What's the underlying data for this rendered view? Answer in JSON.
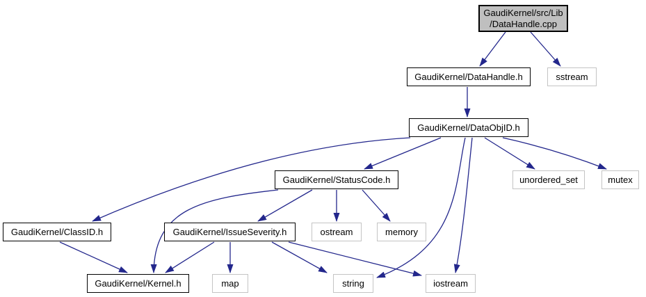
{
  "diagram": {
    "kind": "include-dependency-graph",
    "nodes": [
      {
        "id": "cpp",
        "label": "GaudiKernel/src/Lib /DataHandle.cpp",
        "label_lines": [
          "GaudiKernel/src/Lib",
          "/DataHandle.cpp"
        ],
        "type": "focus"
      },
      {
        "id": "datahandle_h",
        "label": "GaudiKernel/DataHandle.h",
        "type": "internal"
      },
      {
        "id": "sstream",
        "label": "sstream",
        "type": "system"
      },
      {
        "id": "dataobjid",
        "label": "GaudiKernel/DataObjID.h",
        "type": "internal"
      },
      {
        "id": "statuscode",
        "label": "GaudiKernel/StatusCode.h",
        "type": "internal"
      },
      {
        "id": "unordered_set",
        "label": "unordered_set",
        "type": "system"
      },
      {
        "id": "mutex",
        "label": "mutex",
        "type": "system"
      },
      {
        "id": "classid",
        "label": "GaudiKernel/ClassID.h",
        "type": "internal"
      },
      {
        "id": "issueseverity",
        "label": "GaudiKernel/IssueSeverity.h",
        "type": "internal"
      },
      {
        "id": "ostream",
        "label": "ostream",
        "type": "system"
      },
      {
        "id": "memory",
        "label": "memory",
        "type": "system"
      },
      {
        "id": "kernel",
        "label": "GaudiKernel/Kernel.h",
        "type": "internal"
      },
      {
        "id": "map",
        "label": "map",
        "type": "system"
      },
      {
        "id": "string",
        "label": "string",
        "type": "system"
      },
      {
        "id": "iostream",
        "label": "iostream",
        "type": "system"
      }
    ],
    "edges": [
      {
        "from": "cpp",
        "to": "datahandle_h"
      },
      {
        "from": "cpp",
        "to": "sstream"
      },
      {
        "from": "datahandle_h",
        "to": "dataobjid"
      },
      {
        "from": "dataobjid",
        "to": "statuscode"
      },
      {
        "from": "dataobjid",
        "to": "classid"
      },
      {
        "from": "dataobjid",
        "to": "unordered_set"
      },
      {
        "from": "dataobjid",
        "to": "mutex"
      },
      {
        "from": "dataobjid",
        "to": "string"
      },
      {
        "from": "dataobjid",
        "to": "iostream"
      },
      {
        "from": "statuscode",
        "to": "issueseverity"
      },
      {
        "from": "statuscode",
        "to": "ostream"
      },
      {
        "from": "statuscode",
        "to": "memory"
      },
      {
        "from": "statuscode",
        "to": "kernel"
      },
      {
        "from": "classid",
        "to": "kernel"
      },
      {
        "from": "issueseverity",
        "to": "kernel"
      },
      {
        "from": "issueseverity",
        "to": "map"
      },
      {
        "from": "issueseverity",
        "to": "string"
      },
      {
        "from": "issueseverity",
        "to": "iostream"
      }
    ],
    "colors": {
      "edge": "#23278c",
      "focus_fill": "#bfbfbf",
      "node_fill": "#ffffff",
      "internal_border": "#000000",
      "system_border": "#c4c4c4",
      "text": "#000000",
      "background": "#ffffff"
    }
  }
}
